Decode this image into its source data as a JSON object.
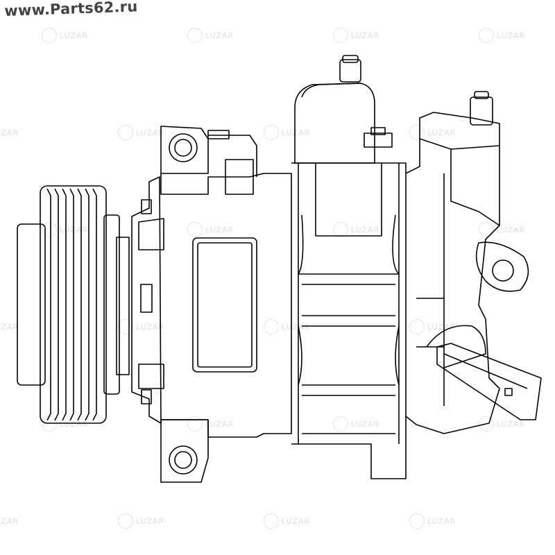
{
  "site_label": "www.Parts62.ru",
  "watermark": {
    "brand": "LUZAR",
    "icon": "luzar-logo-icon"
  },
  "drawing": {
    "subject": "compressor-line-drawing",
    "stroke_color": "#000000",
    "background": "#ffffff"
  }
}
